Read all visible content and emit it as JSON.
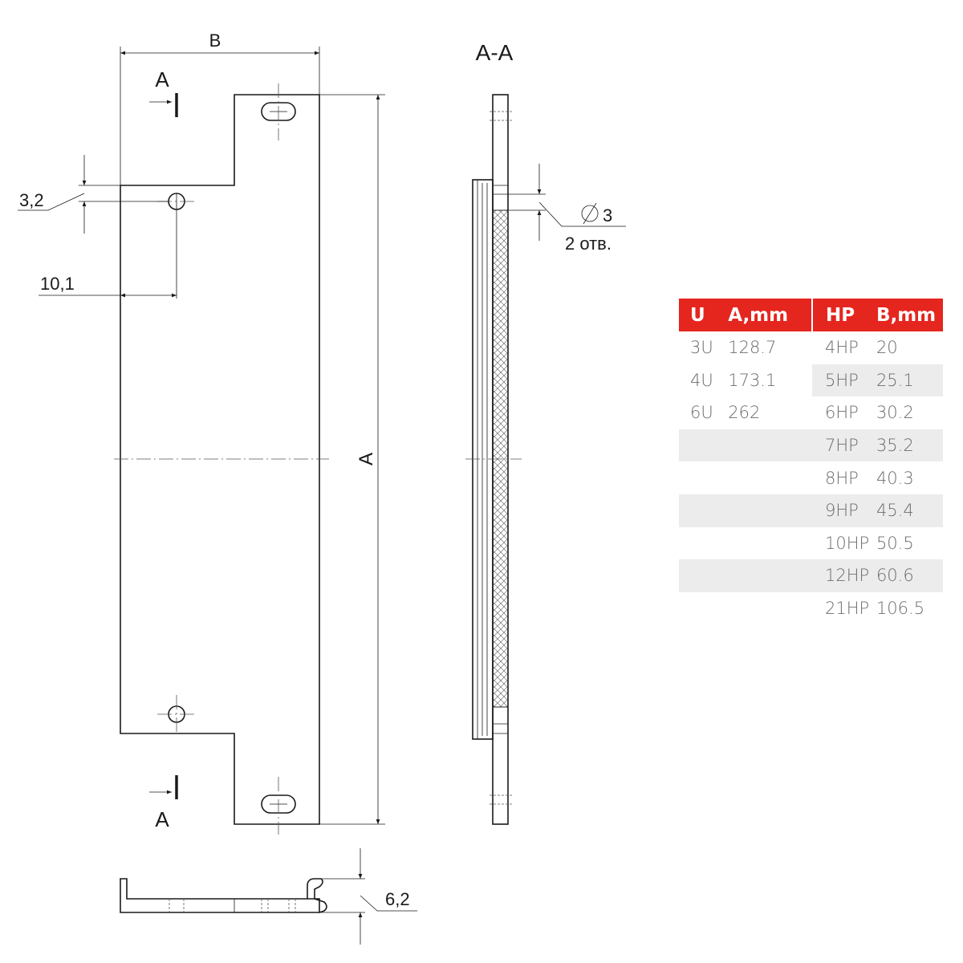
{
  "labels": {
    "dim_b": "B",
    "dim_a": "A",
    "section_mark": "A",
    "section_title": "A-A",
    "dim_32": "3,2",
    "dim_101": "10,1",
    "dim_hole": "3",
    "holes_count": "2 отв.",
    "dim_62": "6,2"
  },
  "table": {
    "headers": [
      "U",
      "A,mm",
      "HP",
      "B,mm"
    ],
    "left_rows": [
      [
        "3U",
        "128.7"
      ],
      [
        "4U",
        "173.1"
      ],
      [
        "6U",
        "262"
      ]
    ],
    "right_rows": [
      [
        "4HP",
        "20"
      ],
      [
        "5HP",
        "25.1"
      ],
      [
        "6HP",
        "30.2"
      ],
      [
        "7HP",
        "35.2"
      ],
      [
        "8HP",
        "40.3"
      ],
      [
        "9HP",
        "45.4"
      ],
      [
        "10HP",
        "50.5"
      ],
      [
        "12HP",
        "60.6"
      ],
      [
        "21HP",
        "106.5"
      ]
    ]
  },
  "colors": {
    "header_bg": "#e5261f",
    "row_shade": "#ececec",
    "line": "#1a1a1a"
  }
}
